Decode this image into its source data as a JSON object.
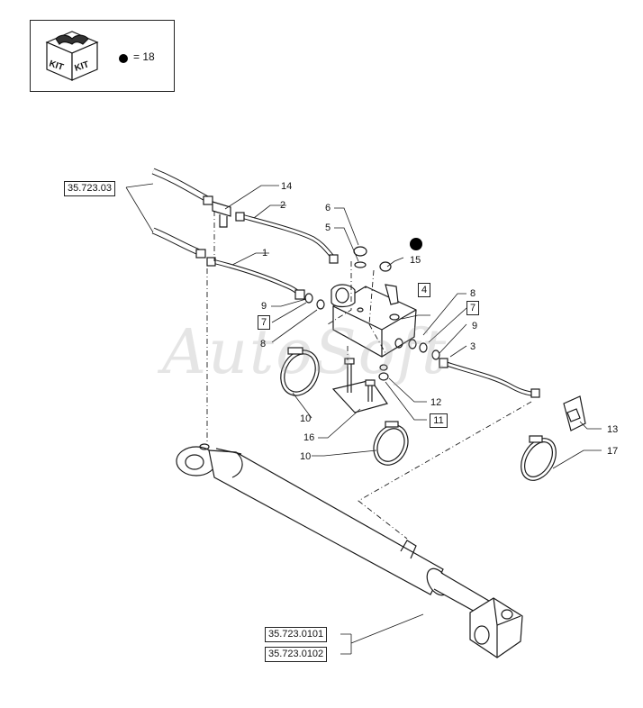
{
  "legend": {
    "kit_left": "KIT",
    "kit_right": "KIT",
    "dot_text": "= 18"
  },
  "references": {
    "hoses": "35.723.03",
    "cylinder_a": "35.723.0101",
    "cylinder_b": "35.723.0102"
  },
  "callouts": {
    "n1": "1",
    "n2": "2",
    "n3": "3",
    "n5": "5",
    "n6": "6",
    "n8a": "8",
    "n8b": "8",
    "n9a": "9",
    "n9b": "9",
    "n10a": "10",
    "n10b": "10",
    "n12": "12",
    "n13": "13",
    "n14": "14",
    "n15": "15",
    "n16": "16",
    "n17": "17"
  },
  "boxed_callouts": {
    "b4": "4",
    "b7a": "7",
    "b7b": "7",
    "b11": "11"
  },
  "watermark": "AutoSoft"
}
